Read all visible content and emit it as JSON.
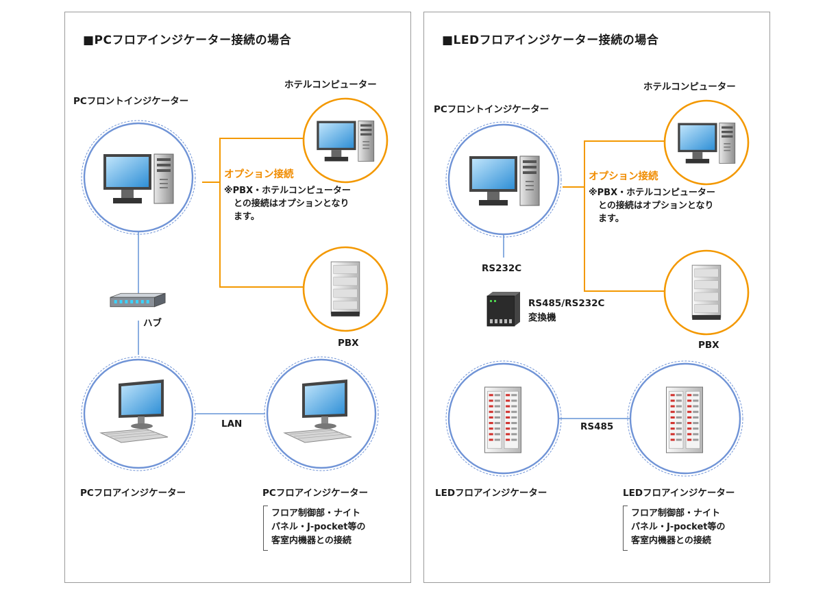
{
  "left": {
    "heading": "■PCフロアインジケーター接続の場合",
    "front_label": "PCフロントインジケーター",
    "hotel_label": "ホテルコンピューター",
    "option_label": "オプション接続",
    "note_lines": [
      "※PBX・ホテルコンピューター",
      "との接続はオプションとなり",
      "ます。"
    ],
    "hub_label": "ハブ",
    "pbx_label": "PBX",
    "lan_label": "LAN",
    "floor_left_label": "PCフロアインジケーター",
    "floor_right_label": "PCフロアインジケーター",
    "bracket_lines": [
      "フロア制御部・ナイト",
      "パネル・J-pocket等の",
      "客室内機器との接続"
    ]
  },
  "right": {
    "heading": "■LEDフロアインジケーター接続の場合",
    "front_label": "PCフロントインジケーター",
    "hotel_label": "ホテルコンピューター",
    "option_label": "オプション接続",
    "note_lines": [
      "※PBX・ホテルコンピューター",
      "との接続はオプションとなり",
      "ます。"
    ],
    "rs232c_label": "RS232C",
    "converter_lines": [
      "RS485/RS232C",
      "変換機"
    ],
    "pbx_label": "PBX",
    "rs485_label": "RS485",
    "floor_left_label": "LEDフロアインジケーター",
    "floor_right_label": "LEDフロアインジケーター",
    "bracket_lines": [
      "フロア制御部・ナイト",
      "パネル・J-pocket等の",
      "客室内機器との接続"
    ]
  },
  "colors": {
    "blue_circle": "#6f93d6",
    "blue_line": "#8aaee0",
    "orange": "#f39800",
    "frame": "#9a9a9a"
  },
  "icons": {
    "desktop": "desktop-pc-icon",
    "pbx": "pbx-cabinet-icon",
    "hub": "network-hub-icon",
    "monitor_keyboard": "monitor-keyboard-icon",
    "led_panel": "led-panel-icon",
    "converter": "converter-box-icon"
  }
}
